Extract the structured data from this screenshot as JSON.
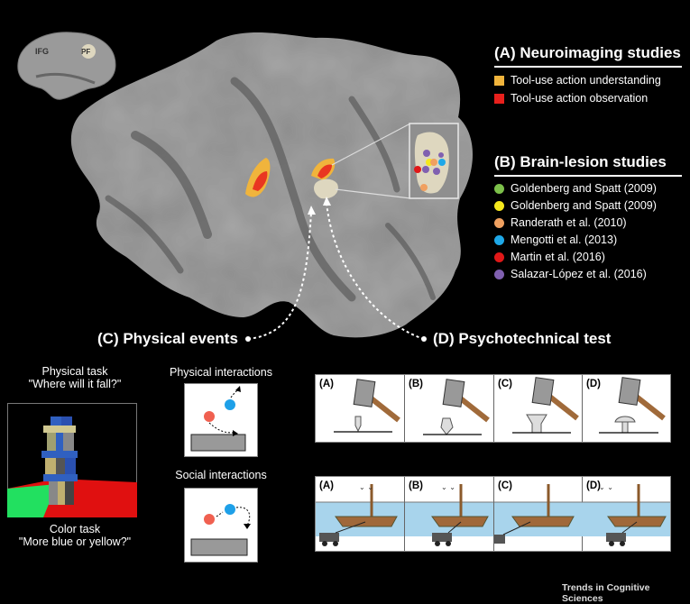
{
  "inset_labels": {
    "ifg": "IFG",
    "pf": "PF"
  },
  "section_a": {
    "title": "(A) Neuroimaging studies",
    "items": [
      {
        "label": "Tool-use action understanding",
        "color": "#f0b43c"
      },
      {
        "label": "Tool-use action observation",
        "color": "#e8201c"
      }
    ]
  },
  "section_b": {
    "title": "(B) Brain-lesion studies",
    "items": [
      {
        "label": "Goldenberg and Spatt (2009)",
        "color": "#7cc04a"
      },
      {
        "label": "Goldenberg and Spatt (2009)",
        "color": "#f6e81c"
      },
      {
        "label": "Randerath et al. (2010)",
        "color": "#f0a060"
      },
      {
        "label": "Mengotti et al. (2013)",
        "color": "#1ea8e8"
      },
      {
        "label": "Martin et al. (2016)",
        "color": "#e01818"
      },
      {
        "label": "Salazar-López et al. (2016)",
        "color": "#8060b0"
      }
    ]
  },
  "section_c": {
    "title": "(C) Physical events"
  },
  "section_d": {
    "title": "(D) Psychotechnical test"
  },
  "tasks": {
    "physical": {
      "line1": "Physical task",
      "line2": "\"Where will it fall?\""
    },
    "color": {
      "line1": "Color task",
      "line2": "\"More blue or yellow?\""
    }
  },
  "interactions": {
    "physical": "Physical interactions",
    "social": "Social interactions"
  },
  "hammer_frames": [
    "(A)",
    "(B)",
    "(C)",
    "(D)"
  ],
  "boat_frames": [
    "(A)",
    "(B)",
    "(C)",
    "(D)"
  ],
  "credit": "Trends in Cognitive Sciences"
}
